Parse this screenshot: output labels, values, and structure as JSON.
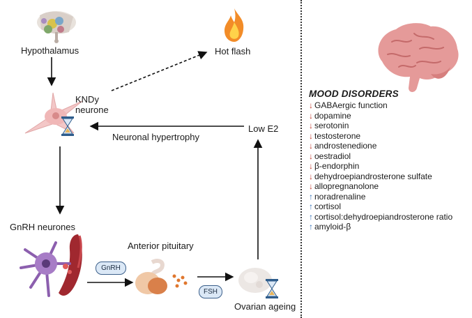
{
  "nodes": {
    "hypothalamus": "Hypothalamus",
    "hot_flash": "Hot flash",
    "kndy_line1": "KNDy",
    "kndy_line2": "neurone",
    "neuronal_hypertrophy": "Neuronal hypertrophy",
    "low_e2": "Low E2",
    "gnrh_neurones": "GnRH neurones",
    "anterior_pituitary": "Anterior pituitary",
    "ovarian_ageing": "Ovarian ageing"
  },
  "pills": {
    "gnrh": "GnRH",
    "fsh": "FSH"
  },
  "mood": {
    "title": "MOOD DISORDERS",
    "items": [
      {
        "dir": "↓",
        "text": "GABAergic function",
        "color": "#c0392b"
      },
      {
        "dir": "↓",
        "text": "dopamine",
        "color": "#c0392b"
      },
      {
        "dir": "↓",
        "text": "serotonin",
        "color": "#c0392b"
      },
      {
        "dir": "↓",
        "text": "testosterone",
        "color": "#c0392b"
      },
      {
        "dir": "↓",
        "text": "androstenedione",
        "color": "#c0392b"
      },
      {
        "dir": "↓",
        "text": "oestradiol",
        "color": "#c0392b"
      },
      {
        "dir": "↓",
        "text": "β-endorphin",
        "color": "#c0392b"
      },
      {
        "dir": "↓",
        "text": "dehydroepiandrosterone sulfate",
        "color": "#c0392b"
      },
      {
        "dir": "↓",
        "text": "allopregnanolone",
        "color": "#c0392b"
      },
      {
        "dir": "↑",
        "text": "noradrenaline",
        "color": "#2e6db4"
      },
      {
        "dir": "↑",
        "text": "cortisol",
        "color": "#2e6db4"
      },
      {
        "dir": "↑",
        "text": "cortisol:dehydroepiandrosterone ratio",
        "color": "#2e6db4"
      },
      {
        "dir": "↑",
        "text": "amyloid-β",
        "color": "#2e6db4"
      }
    ]
  },
  "icons": [
    "hypothalamus-icon",
    "flame-icon",
    "neurone-icon",
    "hourglass-icon",
    "gnrh-neurone-icon",
    "pituitary-icon",
    "ovary-icon",
    "brain-icon"
  ]
}
